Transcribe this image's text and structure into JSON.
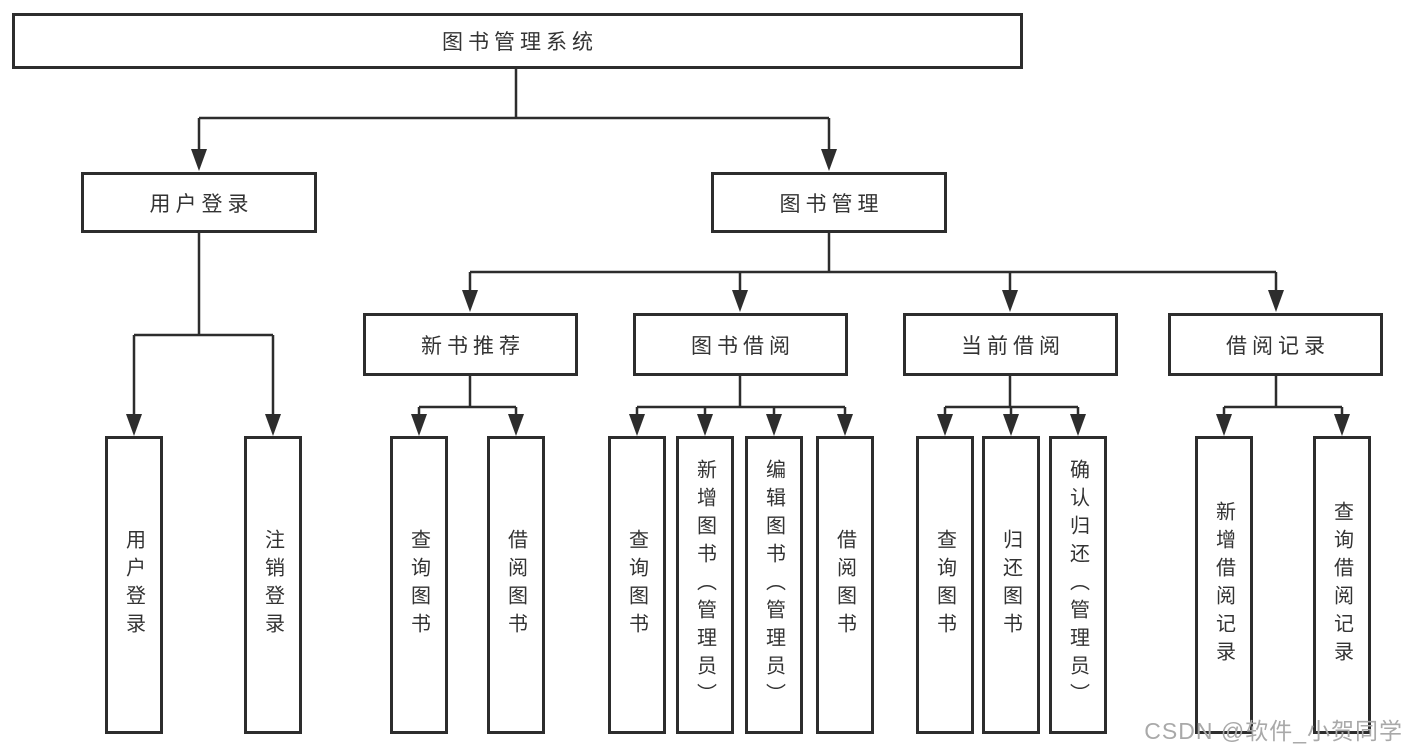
{
  "diagram": {
    "root": {
      "label": "图书管理系统"
    },
    "branches": [
      {
        "label": "用户登录",
        "children": [
          {
            "label": "用户登录"
          },
          {
            "label": "注销登录"
          }
        ]
      },
      {
        "label": "图书管理",
        "children": [
          {
            "label": "新书推荐",
            "children": [
              {
                "label": "查询图书"
              },
              {
                "label": "借阅图书"
              }
            ]
          },
          {
            "label": "图书借阅",
            "children": [
              {
                "label": "查询图书"
              },
              {
                "label": "新增图书（管理员）"
              },
              {
                "label": "编辑图书（管理员）"
              },
              {
                "label": "借阅图书"
              }
            ]
          },
          {
            "label": "当前借阅",
            "children": [
              {
                "label": "查询图书"
              },
              {
                "label": "归还图书"
              },
              {
                "label": "确认归还（管理员）"
              }
            ]
          },
          {
            "label": "借阅记录",
            "children": [
              {
                "label": "新增借阅记录"
              },
              {
                "label": "查询借阅记录"
              }
            ]
          }
        ]
      }
    ]
  },
  "watermark": {
    "text": "CSDN @软件_小贺同学"
  },
  "colors": {
    "line": "#2d2d2d",
    "box_border": "#2d2d2d",
    "box_background": "#ffffff",
    "text": "#333333",
    "watermark": "#a9a9a9"
  }
}
